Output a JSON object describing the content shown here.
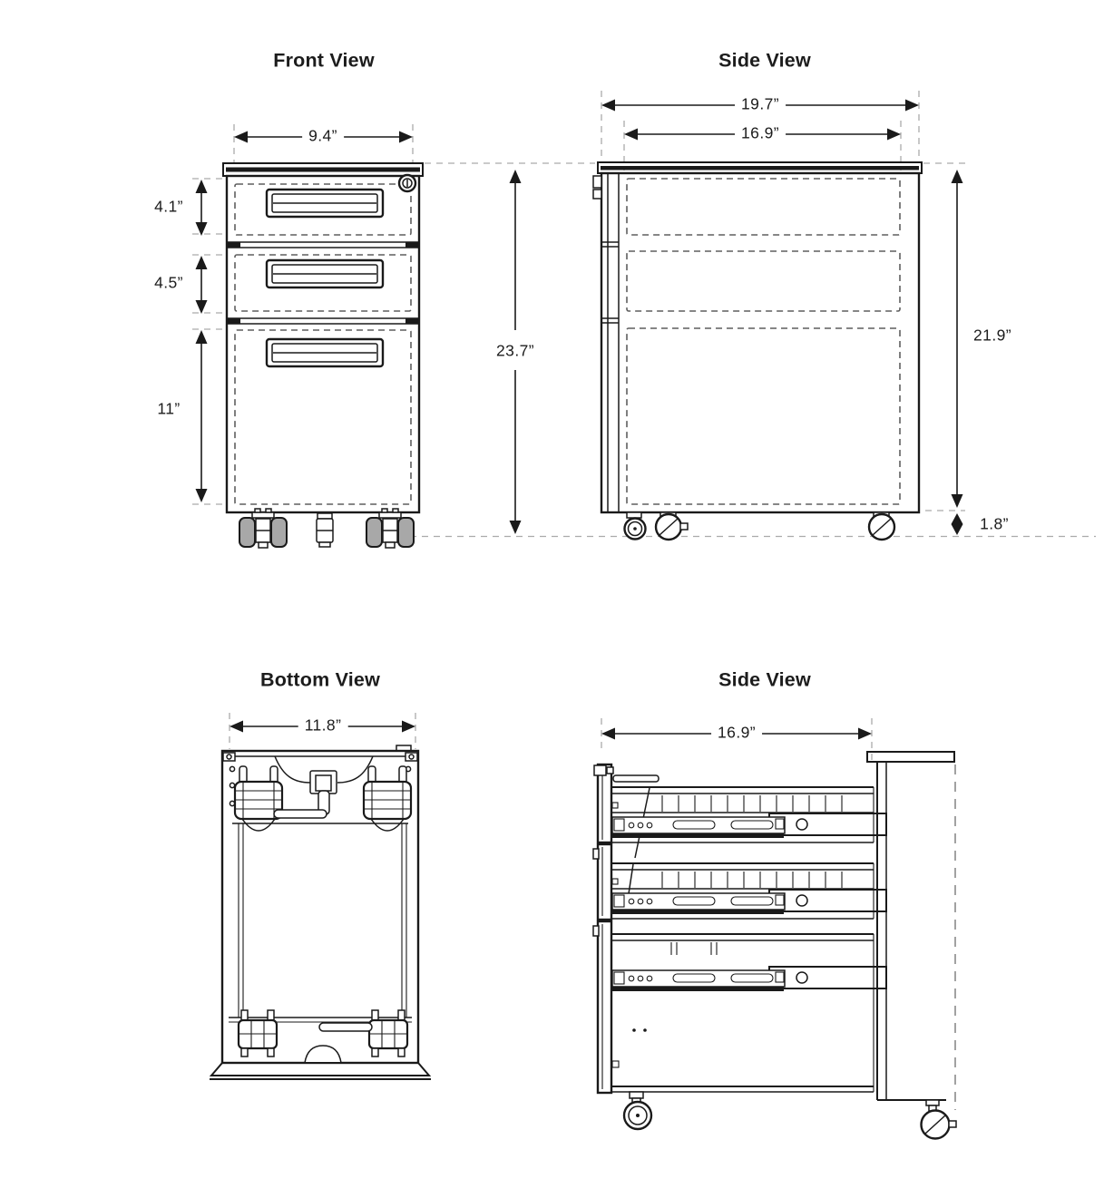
{
  "diagram": {
    "line_color": "#1a1a1a",
    "dash_color": "#ababab",
    "views": {
      "front": {
        "title": "Front View",
        "dims": {
          "width": "9.4”",
          "drawer1_height": "4.1”",
          "drawer2_height": "4.5”",
          "drawer3_height": "11”",
          "total_height": "23.7”"
        }
      },
      "side": {
        "title": "Side View",
        "dims": {
          "overall_depth": "19.7”",
          "drawer_depth": "16.9”",
          "body_height": "21.9”",
          "caster_height": "1.8”"
        }
      },
      "bottom": {
        "title": "Bottom View",
        "dims": {
          "width": "11.8”"
        }
      },
      "side_open": {
        "title": "Side View",
        "dims": {
          "drawer_extension": "16.9”"
        }
      }
    }
  }
}
